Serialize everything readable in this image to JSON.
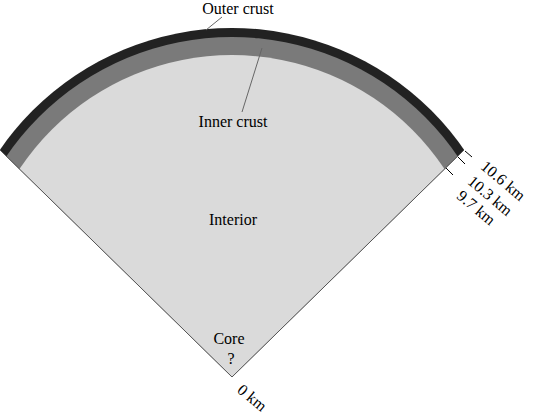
{
  "diagram": {
    "labels": [
      "Outer crust",
      "Inner crust",
      "Interior",
      "Core",
      "?",
      "10.6 km",
      "10.3 km",
      "9.7 km",
      "0 km"
    ]
  }
}
